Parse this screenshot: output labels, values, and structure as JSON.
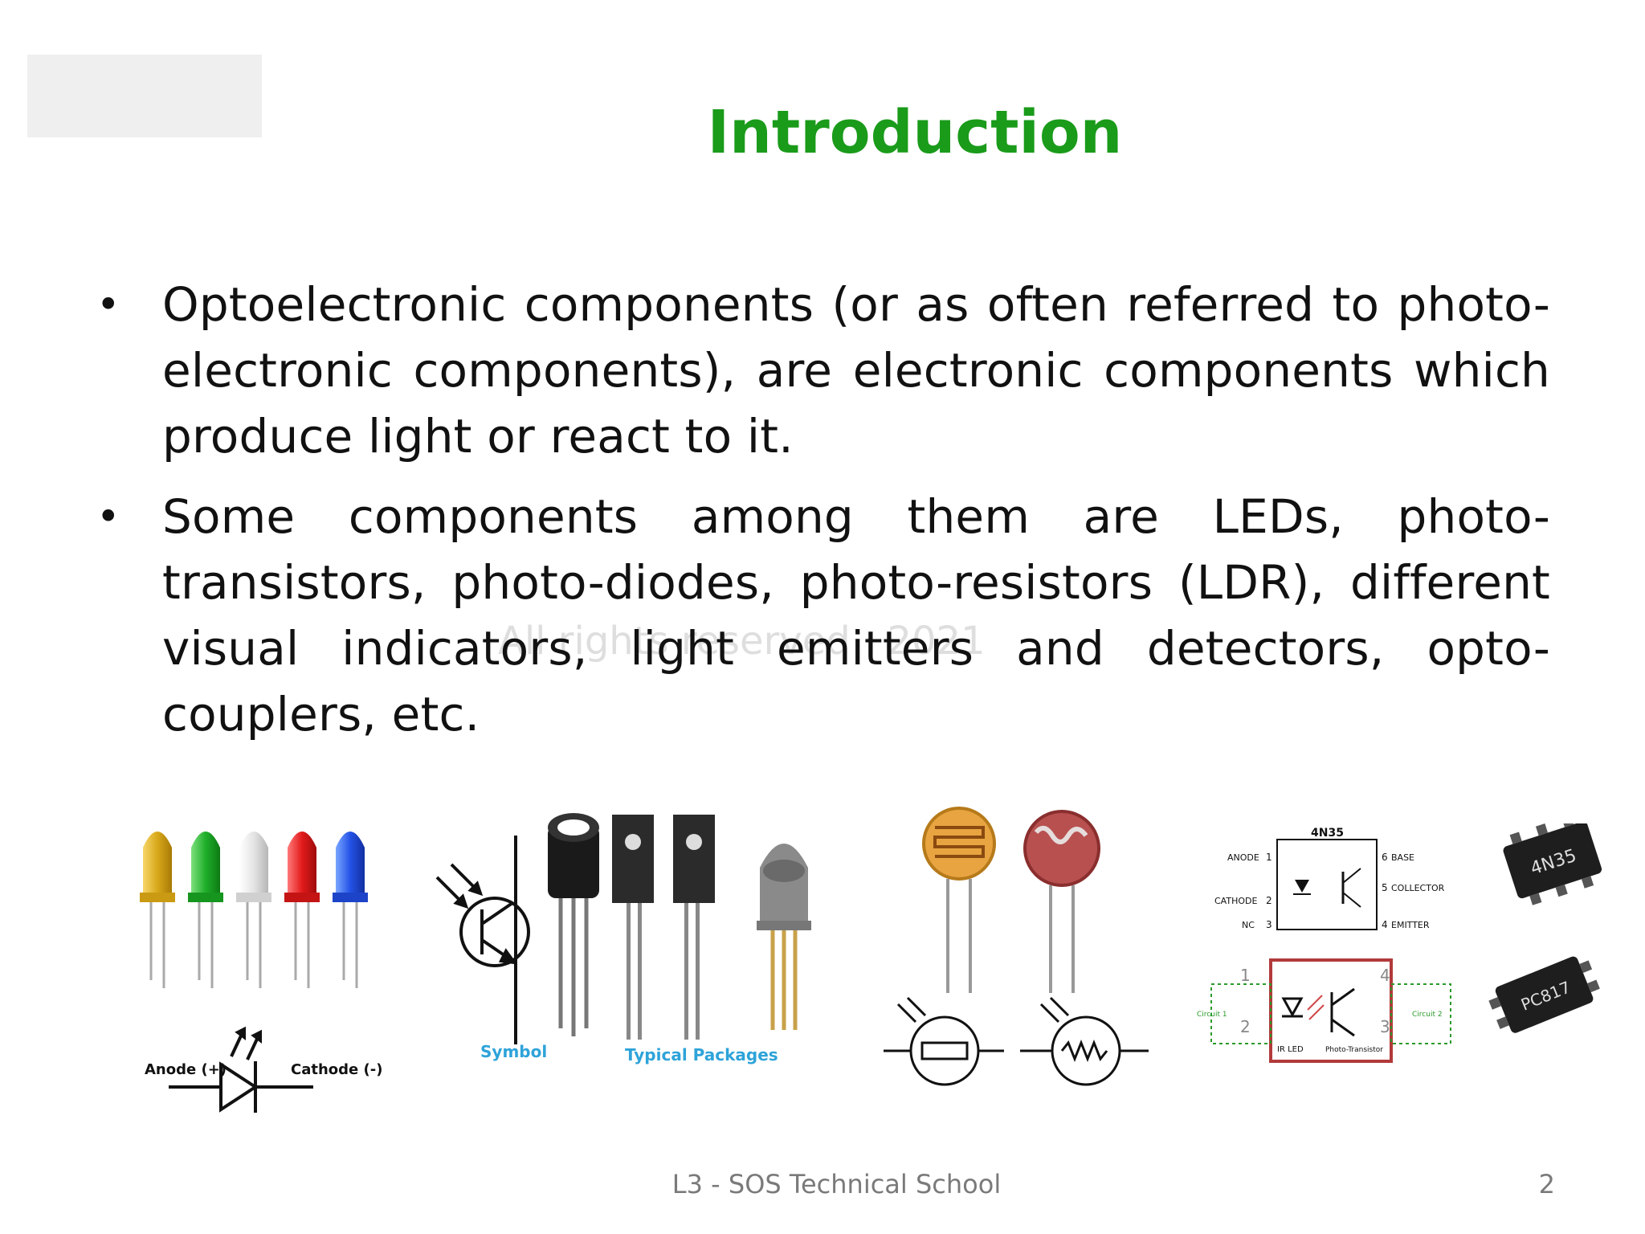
{
  "slide": {
    "title": "Introduction",
    "bullets": [
      "Optoelectronic components (or as often referred to photo-electronic components), are electronic components which produce light or react to it.",
      "Some components among them are LEDs, photo-transistors, photo-diodes, photo-resistors (LDR), different visual indicators, light emitters and detectors, opto-couplers, etc."
    ],
    "watermark": "All rights reserved · 2021",
    "footer": {
      "school": "L3 - SOS Technical School",
      "page_number": "2"
    }
  },
  "figures": {
    "led": {
      "anode_label": "Anode (+)",
      "cathode_label": "Cathode (-)"
    },
    "phototransistor": {
      "symbol_label": "Symbol",
      "packages_label": "Typical Packages"
    },
    "optocoupler": {
      "chip_name": "4N35",
      "pin_anode": "ANODE",
      "pin_cathode": "CATHODE",
      "pin_nc": "NC",
      "pin_base": "BASE",
      "pin_collector": "COLLECTOR",
      "pin_emitter": "EMITTER",
      "n1": "1",
      "n2": "2",
      "n3": "3",
      "n4": "4",
      "n5": "5",
      "n6": "6",
      "circuit1": "Circuit 1",
      "circuit2": "Circuit 2",
      "ir_led": "IR LED",
      "photo_transistor": "Photo-Transistor",
      "chip1": "4N35",
      "chip2": "PC817"
    }
  },
  "colors": {
    "title": "#1a9b1a",
    "packages_label": "#2ea3d9",
    "footer": "#7a7a7a"
  }
}
